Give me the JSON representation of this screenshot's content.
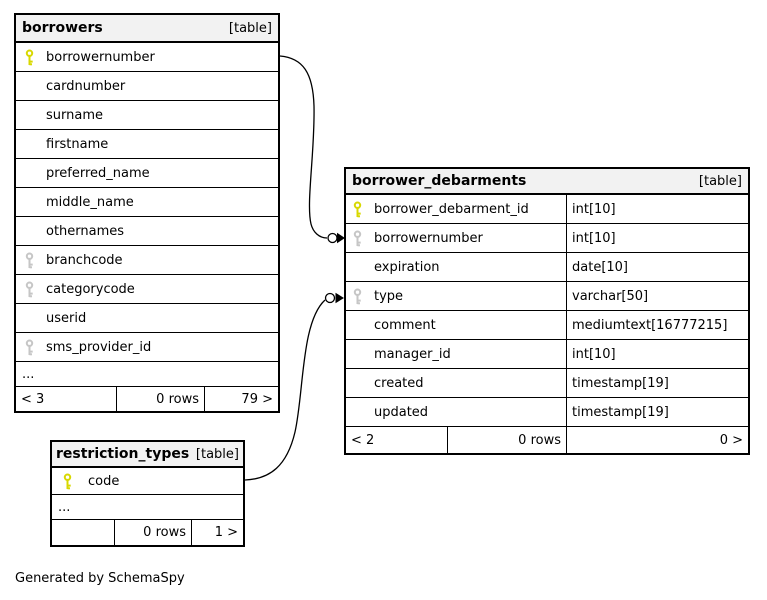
{
  "diagram": {
    "generator_note": "Generated by SchemaSpy",
    "colors": {
      "header_bg": "#f2f2f2",
      "primary_key": "#d8d800",
      "foreign_key": "#c6c6c6",
      "border": "#000000",
      "background": "#ffffff"
    }
  },
  "tables": [
    {
      "name": "borrowers",
      "tag": "[table]",
      "columns": [
        {
          "name": "borrowernumber",
          "key": "primary"
        },
        {
          "name": "cardnumber",
          "key": null
        },
        {
          "name": "surname",
          "key": null
        },
        {
          "name": "firstname",
          "key": null
        },
        {
          "name": "preferred_name",
          "key": null
        },
        {
          "name": "middle_name",
          "key": null
        },
        {
          "name": "othernames",
          "key": null
        },
        {
          "name": "branchcode",
          "key": "foreign"
        },
        {
          "name": "categorycode",
          "key": "foreign"
        },
        {
          "name": "userid",
          "key": null
        },
        {
          "name": "sms_provider_id",
          "key": "foreign"
        }
      ],
      "ellipsis": "...",
      "footer": {
        "left": "< 3",
        "rows": "0 rows",
        "right": "79 >"
      }
    },
    {
      "name": "borrower_debarments",
      "tag": "[table]",
      "columns": [
        {
          "name": "borrower_debarment_id",
          "type": "int[10]",
          "key": "primary"
        },
        {
          "name": "borrowernumber",
          "type": "int[10]",
          "key": "foreign"
        },
        {
          "name": "expiration",
          "type": "date[10]",
          "key": null
        },
        {
          "name": "type",
          "type": "varchar[50]",
          "key": "foreign"
        },
        {
          "name": "comment",
          "type": "mediumtext[16777215]",
          "key": null
        },
        {
          "name": "manager_id",
          "type": "int[10]",
          "key": null
        },
        {
          "name": "created",
          "type": "timestamp[19]",
          "key": null
        },
        {
          "name": "updated",
          "type": "timestamp[19]",
          "key": null
        }
      ],
      "footer": {
        "left": "< 2",
        "rows": "0 rows",
        "right": "0 >"
      }
    },
    {
      "name": "restriction_types",
      "tag": "[table]",
      "columns": [
        {
          "name": "code",
          "key": "primary"
        }
      ],
      "ellipsis": "...",
      "footer": {
        "left": "",
        "rows": "0 rows",
        "right": "1 >"
      }
    }
  ],
  "relationships": [
    {
      "from": "borrowers.borrowernumber",
      "to": "borrower_debarments.borrowernumber"
    },
    {
      "from": "restriction_types.code",
      "to": "borrower_debarments.type"
    }
  ]
}
